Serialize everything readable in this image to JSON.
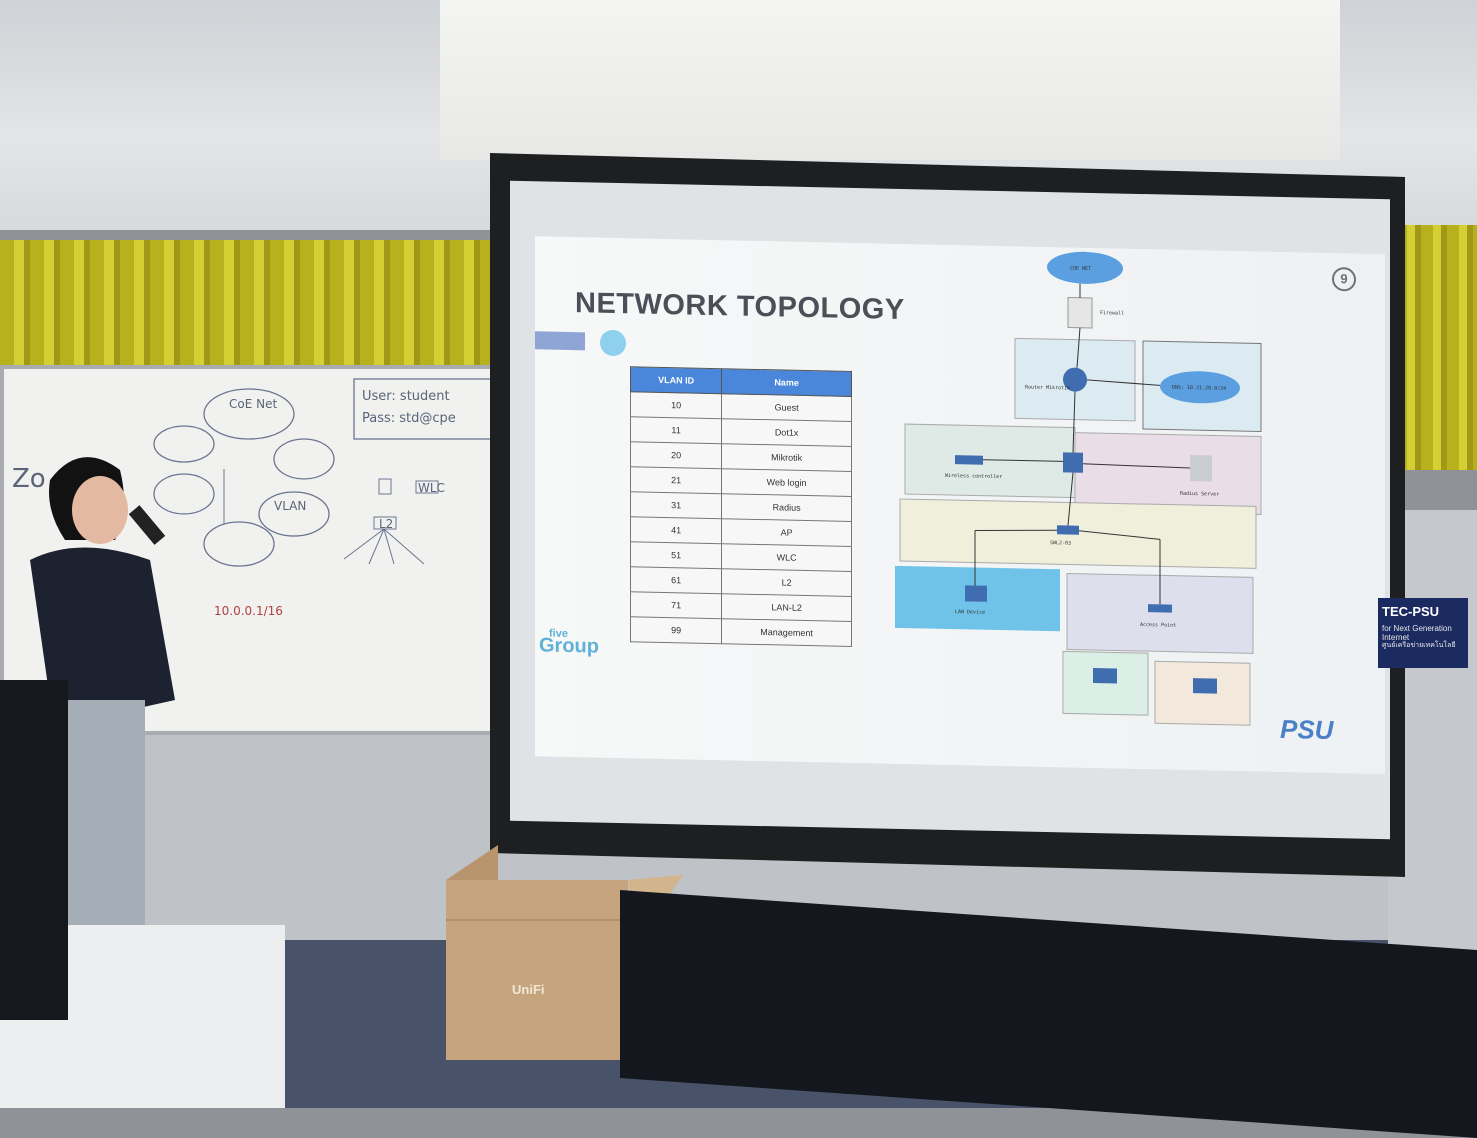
{
  "slide": {
    "title": "NETWORK TOPOLOGY",
    "page_number": "9",
    "table": {
      "headers": [
        "VLAN ID",
        "Name"
      ],
      "rows": [
        [
          "10",
          "Guest"
        ],
        [
          "11",
          "Dot1x"
        ],
        [
          "20",
          "Mikrotik"
        ],
        [
          "21",
          "Web login"
        ],
        [
          "31",
          "Radius"
        ],
        [
          "41",
          "AP"
        ],
        [
          "51",
          "WLC"
        ],
        [
          "61",
          "L2"
        ],
        [
          "71",
          "LAN-L2"
        ],
        [
          "99",
          "Management"
        ]
      ]
    },
    "logo_left": "Group",
    "logo_left_small": "five",
    "logo_right": "PSU",
    "topology": {
      "cloud": "COE NET",
      "firewall": "Firewall",
      "router": "Router Mikrotik",
      "dns": "DNS: 10.21.20.0/24",
      "wlc": "Wireless controller",
      "radius": "Radius Server",
      "l2": "SWL2-03",
      "lan": "LAN Device",
      "ap": "Access Point"
    }
  },
  "whiteboard": {
    "notes": [
      "CoE Net",
      "VLAN",
      "User: student",
      "Pass: std@cpe",
      "L2",
      "WLC",
      "10.0.0.1/16",
      "Zo"
    ]
  },
  "box_label": "UniFi",
  "sign": {
    "title": "TEC-PSU",
    "subtitle": "for Next Generation Internet",
    "thai": "ศูนย์เครือข่ายเทคโนโลยี"
  }
}
